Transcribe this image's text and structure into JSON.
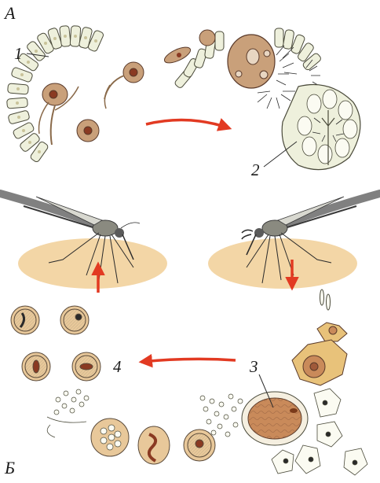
{
  "labels": {
    "panel_a": "А",
    "panel_b": "Б",
    "n1": "1",
    "n2": "2",
    "n3": "3",
    "n4": "4"
  },
  "colors": {
    "arrow": "#e23a22",
    "skin": "#f3d6a6",
    "cell_fill": "#c9a07a",
    "cell_nucleus": "#8a3a22",
    "epithelium": "#eef0dc",
    "outline": "#4a4a3a"
  },
  "icons": [
    "mosquito-icon",
    "arrow-icon"
  ]
}
